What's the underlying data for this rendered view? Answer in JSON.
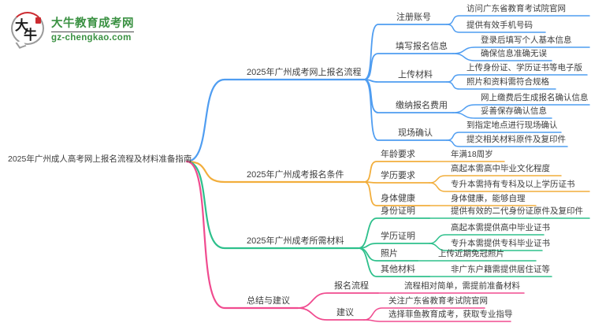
{
  "logo": {
    "icon_char_1": "大",
    "icon_char_2": "牛",
    "title": "大牛教育成考网",
    "domain": "gz-chengkao.com",
    "brand_green": "#3a9142",
    "brand_red": "#cc2b31"
  },
  "root": {
    "label": "2025年广州成人高考网上报名流程及材料准备指南"
  },
  "branches": [
    {
      "label": "2025年广州成考网上报名流程",
      "color": "#4f9df1",
      "children": [
        {
          "label": "注册账号",
          "leaves": [
            "访问广东省教育考试院官网",
            "提供有效手机号码"
          ]
        },
        {
          "label": "填写报名信息",
          "leaves": [
            "登录后填写个人基本信息",
            "确保信息准确无误"
          ]
        },
        {
          "label": "上传材料",
          "leaves": [
            "上传身份证、学历证书等电子版",
            "照片和资料需符合规格"
          ]
        },
        {
          "label": "缴纳报名费用",
          "leaves": [
            "网上缴费后生成报名确认信息",
            "妥善保存确认信息"
          ]
        },
        {
          "label": "现场确认",
          "leaves": [
            "到指定地点进行现场确认",
            "提交相关材料原件及复印件"
          ]
        }
      ]
    },
    {
      "label": "2025年广州成考报名条件",
      "color": "#f2ae3c",
      "children": [
        {
          "label": "年龄要求",
          "leaves": [
            "年满18周岁"
          ]
        },
        {
          "label": "学历要求",
          "leaves": [
            "高起本需高中毕业文化程度",
            "专升本需持有专科及以上学历证书"
          ]
        },
        {
          "label": "身体健康",
          "leaves": [
            "身体健康，能够自理"
          ]
        }
      ]
    },
    {
      "label": "2025年广州成考所需材料",
      "color": "#2ec08c",
      "children": [
        {
          "label": "身份证明",
          "leaves": [
            "提供有效的二代身份证原件及复印件"
          ]
        },
        {
          "label": "学历证明",
          "leaves": [
            "高起本需提供高中毕业证书",
            "专升本需提供专科毕业证书"
          ]
        },
        {
          "label": "照片",
          "leaves": [
            "上传近期免冠照片"
          ]
        },
        {
          "label": "其他材料",
          "leaves": [
            "非广东户籍需提供居住证等"
          ]
        }
      ]
    },
    {
      "label": "总结与建议",
      "color": "#f04b8f",
      "children": [
        {
          "label": "报名流程",
          "leaves": [
            "流程相对简单，需提前准备材料"
          ]
        },
        {
          "label": "建议",
          "leaves": [
            "关注广东省教育考试院官网",
            "选择菲鱼教育成考，获取专业指导"
          ]
        }
      ]
    }
  ]
}
